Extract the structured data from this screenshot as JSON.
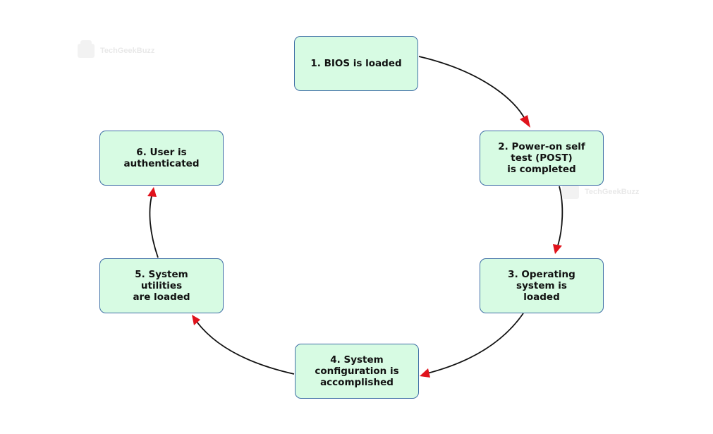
{
  "diagram": {
    "colors": {
      "node_fill": "#d7fbe3",
      "node_border": "#3f6fa6",
      "arrow_line": "#111111",
      "arrowhead": "#e0131c"
    },
    "nodes": [
      {
        "id": "bios",
        "label": "1. BIOS is loaded"
      },
      {
        "id": "post",
        "label": "2. Power-on self\ntest (POST)\nis completed"
      },
      {
        "id": "os",
        "label": "3. Operating\nsystem is\nloaded"
      },
      {
        "id": "config",
        "label": "4. System\nconfiguration is\naccomplished"
      },
      {
        "id": "utilities",
        "label": "5. System\nutilities\nare loaded"
      },
      {
        "id": "auth",
        "label": "6. User is\nauthenticated"
      }
    ],
    "edges": [
      {
        "from": "bios",
        "to": "post"
      },
      {
        "from": "post",
        "to": "os"
      },
      {
        "from": "os",
        "to": "config"
      },
      {
        "from": "config",
        "to": "utilities"
      },
      {
        "from": "utilities",
        "to": "auth"
      }
    ]
  },
  "watermark": {
    "text": "TechGeekBuzz"
  }
}
